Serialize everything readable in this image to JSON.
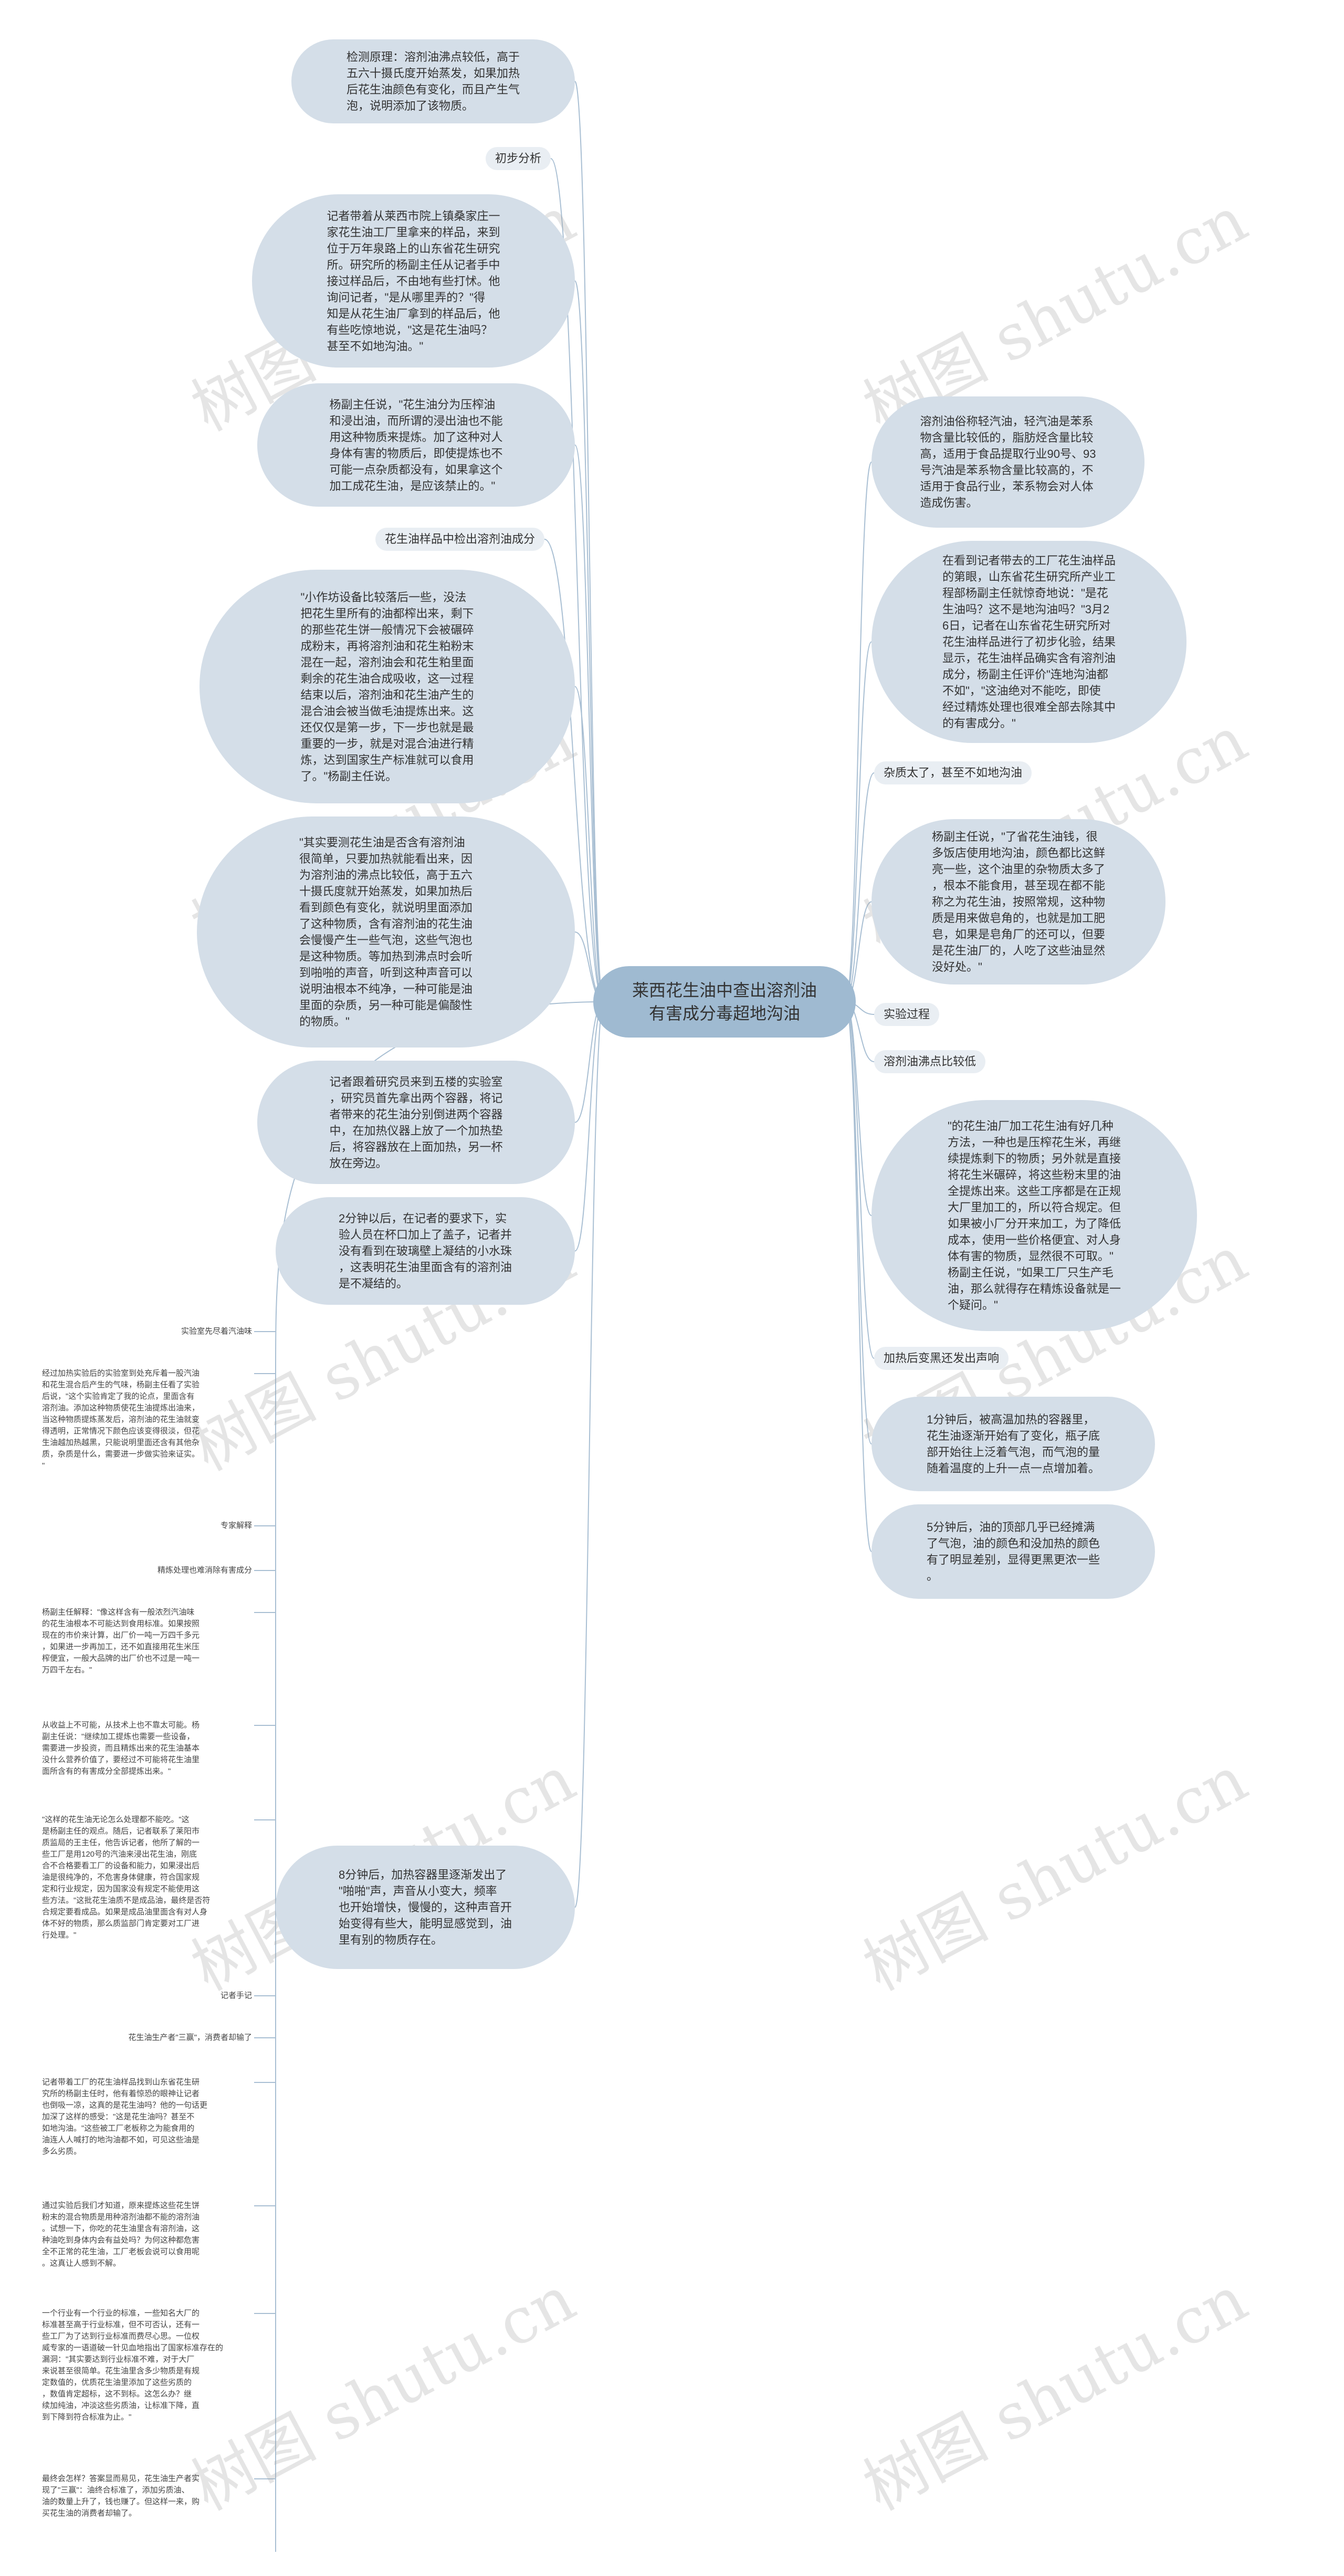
{
  "watermark": "树图 shutu.cn",
  "center": "莱西花生油中查出溶剂油\n有害成分毒超地沟油",
  "right": [
    "溶剂油俗称轻汽油，轻汽油是苯系\n物含量比较低的，脂肪烃含量比较\n高，适用于食品提取行业90号、93\n号汽油是苯系物含量比较高的，不\n适用于食品行业，苯系物会对人体\n造成伤害。",
    "在看到记者带去的工厂花生油样品\n的第眼，山东省花生研究所产业工\n程部杨副主任就惊奇地说：\"是花\n生油吗？这不是地沟油吗？\"3月2\n6日，记者在山东省花生研究所对\n花生油样品进行了初步化验，结果\n显示，花生油样品确实含有溶剂油\n成分，杨副主任评价\"连地沟油都\n不如\"，\"这油绝对不能吃，即使\n经过精炼处理也很难全部去除其中\n的有害成分。\"",
    "杂质太了，甚至不如地沟油",
    "杨副主任说，\"了省花生油钱，很\n多饭店使用地沟油，颜色都比这鲜\n亮一些，这个油里的杂物质太多了\n，根本不能食用，甚至现在都不能\n称之为花生油，按照常规，这种物\n质是用来做皂角的，也就是加工肥\n皂，如果是皂角厂的还可以，但要\n是花生油厂的，人吃了这些油显然\n没好处。\"",
    "实验过程",
    "溶剂油沸点比较低",
    "\"的花生油厂加工花生油有好几种\n方法，一种也是压榨花生米，再继\n续提炼剩下的物质；另外就是直接\n将花生米碾碎，将这些粉末里的油\n全提炼出来。这些工序都是在正规\n大厂里加工的，所以符合规定。但\n如果被小厂分开来加工，为了降低\n成本，使用一些价格便宜、对人身\n体有害的物质，显然很不可取。\"\n杨副主任说，\"如果工厂只生产毛\n油，那么就得存在精炼设备就是一\n个疑问。\"",
    "加热后变黑还发出声响",
    "1分钟后，被高温加热的容器里，\n花生油逐渐开始有了变化，瓶子底\n部开始往上泛着气泡，而气泡的量\n随着温度的上升一点一点增加着。",
    "5分钟后，油的顶部几乎已经摊满\n了气泡，油的颜色和没加热的颜色\n有了明显差别，显得更黑更浓一些\n。"
  ],
  "left": [
    "检测原理：溶剂油沸点较低，高于\n五六十摄氏度开始蒸发，如果加热\n后花生油颜色有变化，而且产生气\n泡，说明添加了该物质。",
    "初步分析",
    "记者带着从莱西市院上镇桑家庄一\n家花生油工厂里拿来的样品，来到\n位于万年泉路上的山东省花生研究\n所。研究所的杨副主任从记者手中\n接过样品后，不由地有些打怵。他\n询问记者，\"是从哪里弄的？\"得\n知是从花生油厂拿到的样品后，他\n有些吃惊地说，\"这是花生油吗？\n甚至不如地沟油。\"",
    "杨副主任说，\"花生油分为压榨油\n和浸出油，而所谓的浸出油也不能\n用这种物质来提炼。加了这种对人\n身体有害的物质后，即使提炼也不\n可能一点杂质都没有，如果拿这个\n加工成花生油，是应该禁止的。\"",
    "花生油样品中检出溶剂油成分",
    "\"小作坊设备比较落后一些，没法\n把花生里所有的油都榨出来，剩下\n的那些花生饼一般情况下会被碾碎\n成粉末，再将溶剂油和花生粕粉末\n混在一起，溶剂油会和花生粕里面\n剩余的花生油合成吸收，这一过程\n结束以后，溶剂油和花生油产生的\n混合油会被当做毛油提炼出来。这\n还仅仅是第一步，下一步也就是最\n重要的一步，就是对混合油进行精\n炼，达到国家生产标准就可以食用\n了。\"杨副主任说。",
    "\"其实要测花生油是否含有溶剂油\n很简单，只要加热就能看出来，因\n为溶剂油的沸点比较低，高于五六\n十摄氏度就开始蒸发，如果加热后\n看到颜色有变化，就说明里面添加\n了这种物质，含有溶剂油的花生油\n会慢慢产生一些气泡，这些气泡也\n是这种物质。等加热到沸点时会听\n到啪啪的声音，听到这种声音可以\n说明油根本不纯净，一种可能是油\n里面的杂质，另一种可能是偏酸性\n的物质。\"",
    "记者跟着研究员来到五楼的实验室\n，研究员首先拿出两个容器，将记\n者带来的花生油分别倒进两个容器\n中，在加热仪器上放了一个加热垫\n后，将容器放在上面加热，另一杯\n放在旁边。",
    "2分钟以后，在记者的要求下，实\n验人员在杯口加上了盖子，记者并\n没有看到在玻璃壁上凝结的小水珠\n，这表明花生油里面含有的溶剂油\n是不凝结的。",
    "8分钟后，加热容器里逐渐发出了\n\"啪啪\"声，声音从小变大，频率\n也开始增快，慢慢的，这种声音开\n始变得有些大，能明显感觉到，油\n里有别的物质存在。"
  ],
  "leftcol": [
    "实验室先尽着汽油味",
    "经过加热实验后的实验室到处充斥着一股汽油\n和花生混合后产生的气味，杨副主任看了实验\n后说，\"这个实验肯定了我的论点，里面含有\n溶剂油。添加这种物质使花生油提炼出油来，\n当这种物质提炼蒸发后，溶剂油的花生油就变\n得透明，正常情况下颜色应该变得很淡，但花\n生油越加热越黑，只能说明里面还含有其他杂\n质，杂质是什么，需要进一步做实验来证实。\n\"",
    "专家解释",
    "精炼处理也难消除有害成分",
    "杨副主任解释：\"像这样含有一般浓烈汽油味\n的花生油根本不可能达到食用标准。如果按照\n现在的市价来计算，出厂价一吨一万四千多元\n，如果进一步再加工，还不如直接用花生米压\n榨便宜，一般大品牌的出厂价也不过是一吨一\n万四千左右。\"",
    "从收益上不可能，从技术上也不靠太可能。杨\n副主任说：\"继续加工提炼也需要一些设备，\n需要进一步投资，而且精炼出来的花生油基本\n没什么营养价值了，要经过不可能将花生油里\n面所含有的有害成分全部提炼出来。\"",
    "\"这样的花生油无论怎么处理都不能吃。\"这\n是杨副主任的观点。随后，记者联系了莱阳市\n质监局的王主任，他告诉记者，他所了解的一\n些工厂是用120号的汽油来浸出花生油，刚底\n合不合格要看工厂的设备和能力，如果浸出后\n油是很纯净的，不危害身体健康，符合国家规\n定和行业规定，因为国家没有规定不能使用这\n些方法。\"这批花生油质不是成品油，最终是否符\n合规定要看成品。如果是成品油里面含有对人身\n体不好的物质，那么质监部门肯定要对工厂进\n行处理。\"",
    "记者手记",
    "花生油生产者\"三赢\"，消费者却输了",
    "记者带着工厂的花生油样品找到山东省花生研\n究所的杨副主任时，他有着惊恐的眼神让记者\n也倒吸一凉，这真的是花生油吗？他的一句话更\n加深了这样的感受：\"这是花生油吗？甚至不\n如地沟油。\"这些被工厂老板称之为能食用的\n油连人人喊打的地沟油都不如，可见这些油是\n多么劣质。",
    "通过实验后我们才知道，原来提炼这些花生饼\n粉末的混合物质是用种溶剂油都不能的溶剂油\n。试想一下，你吃的花生油里含有溶剂油，这\n种油吃到身体内会有益处吗？为何这种都危害\n全不正常的花生油，工厂老板会说可以食用呢\n。这真让人感到不解。",
    "一个行业有一个行业的标准，一些知名大厂的\n标准甚至高于行业标准，但不可否认，还有一\n些工厂为了达到行业标准而费尽心思。一位权\n威专家的一语道破一针见血地指出了国家标准存在的\n漏洞：\"其实要达到行业标准不难，对于大厂\n来说甚至很简单。花生油里含多少物质是有规\n定数值的，优质花生油里添加了这些劣质的\n，数值肯定超标，这不到标。这怎么办？继\n续加纯油，冲淡这些劣质油，让标准下降，直\n到下降到符合标准为止。\"",
    "最终会怎样？答案显而易见，花生油生产者实\n现了\"三赢\"：油终合标准了，添加劣质油、\n油的数量上升了，钱也赚了。但这样一来，购\n买花生油的消费者却输了。"
  ]
}
